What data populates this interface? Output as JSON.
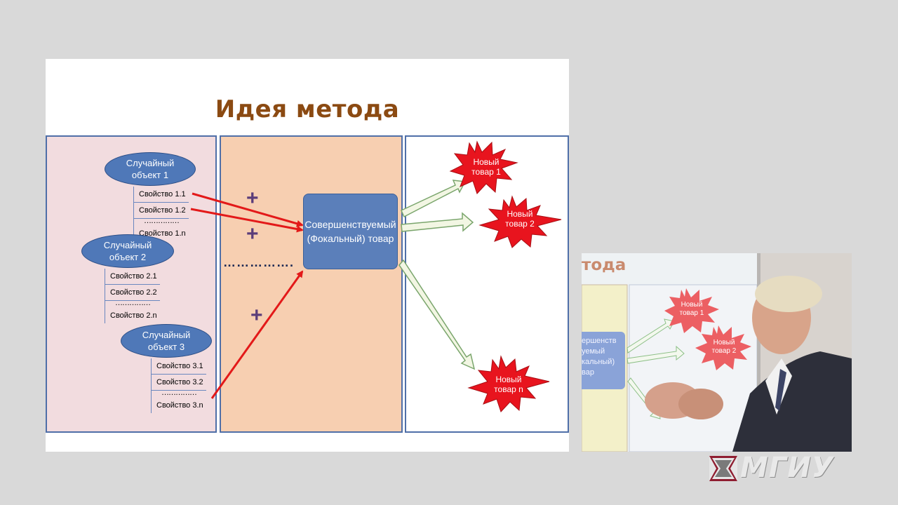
{
  "slide": {
    "title": "Идея метода",
    "objects": [
      {
        "label": "Случайный объект 1",
        "properties": [
          "Свойство 1.1",
          "Свойство 1.2",
          "Свойство 1.n"
        ],
        "dots": "……………"
      },
      {
        "label": "Случайный объект 2",
        "properties": [
          "Свойство 2.1",
          "Свойство 2.2",
          "Свойство 2.n"
        ],
        "dots": "……………"
      },
      {
        "label": "Случайный объект 3",
        "properties": [
          "Свойство 3.1",
          "Свойство 3.2",
          "Свойство 3.n"
        ],
        "dots": "……………"
      }
    ],
    "plus": "+",
    "dots_line": "…………….",
    "focal": "Совершенствуемый (Фокальный) товар",
    "new_products": [
      "Новый товар 1",
      "Новый товар 2",
      "Новый товар n"
    ],
    "colors": {
      "title": "#8b4a12",
      "left_panel": "#f2dcdf",
      "mid_panel": "#f7cfb1",
      "ellipse": "#4f78b8",
      "focal": "#5b7fba",
      "arrow": "#e31919",
      "star": "#e8141e"
    }
  },
  "video": {
    "title_fragment": "тода",
    "focal_fragment": "ершенств уемый кальный) вар",
    "new_products": [
      "Новый товар 1",
      "Новый товар 2"
    ]
  },
  "logo": {
    "text": "МГИУ"
  }
}
